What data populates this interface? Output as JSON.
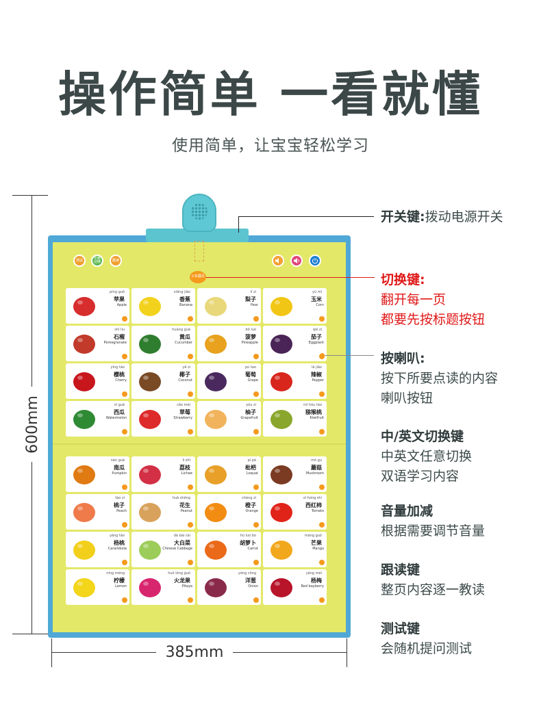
{
  "headline": "操作简单 一看就懂",
  "subline": "使用简单，让宝宝轻松学习",
  "dimensions": {
    "height_label": "600mm",
    "width_label": "385mm"
  },
  "controls": {
    "test": "测试",
    "lang": "中英切换",
    "follow": "跟读",
    "page_switch": "火车翻页"
  },
  "colors": {
    "poster_border": "#4fa8d6",
    "poster_bg": "#e3e868",
    "accent_orange": "#f59a1d",
    "alert_red": "#e01818"
  },
  "cards_top": [
    {
      "py": "píng guǒ",
      "zh": "苹果",
      "en": "Apple",
      "icon": "apple-icon",
      "color": "#d72d2d"
    },
    {
      "py": "xiāng jiāo",
      "zh": "香蕉",
      "en": "Banana",
      "icon": "banana-icon",
      "color": "#f2d21c"
    },
    {
      "py": "lí zi",
      "zh": "梨子",
      "en": "Pear",
      "icon": "pear-icon",
      "color": "#e8d879"
    },
    {
      "py": "yù mǐ",
      "zh": "玉米",
      "en": "Corn",
      "icon": "corn-icon",
      "color": "#f2c614"
    },
    {
      "py": "shí liu",
      "zh": "石榴",
      "en": "Pomegranate",
      "icon": "pomegranate-icon",
      "color": "#c23a2a"
    },
    {
      "py": "huáng guā",
      "zh": "黄瓜",
      "en": "Cucumber",
      "icon": "cucumber-icon",
      "color": "#2f7d2f"
    },
    {
      "py": "bō luó",
      "zh": "菠萝",
      "en": "Pineapple",
      "icon": "pineapple-icon",
      "color": "#e8a21e"
    },
    {
      "py": "qié zi",
      "zh": "茄子",
      "en": "Eggplant",
      "icon": "eggplant-icon",
      "color": "#4a2456"
    },
    {
      "py": "yīng táo",
      "zh": "樱桃",
      "en": "Cherry",
      "icon": "cherry-icon",
      "color": "#c8161d"
    },
    {
      "py": "yē zi",
      "zh": "椰子",
      "en": "Coconut",
      "icon": "coconut-icon",
      "color": "#7a4a25"
    },
    {
      "py": "pú tao",
      "zh": "葡萄",
      "en": "Grape",
      "icon": "grape-icon",
      "color": "#4a2a5e"
    },
    {
      "py": "là jiāo",
      "zh": "辣椒",
      "en": "Pepper",
      "icon": "pepper-icon",
      "color": "#d8261c"
    },
    {
      "py": "xī guā",
      "zh": "西瓜",
      "en": "Watermelon",
      "icon": "watermelon-icon",
      "color": "#2f8a34"
    },
    {
      "py": "cǎo méi",
      "zh": "草莓",
      "en": "Strawberry",
      "icon": "strawberry-icon",
      "color": "#dd2a2a"
    },
    {
      "py": "yòu zi",
      "zh": "柚子",
      "en": "Grapefruit",
      "icon": "grapefruit-icon",
      "color": "#f1b35c"
    },
    {
      "py": "mí hóu táo",
      "zh": "猕猴桃",
      "en": "Kiwifruit",
      "icon": "kiwi-icon",
      "color": "#8aa62c"
    }
  ],
  "cards_bottom": [
    {
      "py": "nán guā",
      "zh": "南瓜",
      "en": "Pumpkin",
      "icon": "pumpkin-icon",
      "color": "#e07a12"
    },
    {
      "py": "lì zhī",
      "zh": "荔枝",
      "en": "Lichee",
      "icon": "lichee-icon",
      "color": "#d33045"
    },
    {
      "py": "pí pá",
      "zh": "枇杷",
      "en": "Loquat",
      "icon": "loquat-icon",
      "color": "#e8a028"
    },
    {
      "py": "mó gu",
      "zh": "蘑菇",
      "en": "Mushroom",
      "icon": "mushroom-icon",
      "color": "#7a3b22"
    },
    {
      "py": "táo zi",
      "zh": "桃子",
      "en": "Peach",
      "icon": "peach-icon",
      "color": "#ef7a4a"
    },
    {
      "py": "huā shēng",
      "zh": "花生",
      "en": "Peanut",
      "icon": "peanut-icon",
      "color": "#d9a25c"
    },
    {
      "py": "chéng zi",
      "zh": "橙子",
      "en": "Orange",
      "icon": "orange-icon",
      "color": "#f28c12"
    },
    {
      "py": "xī hóng shì",
      "zh": "西红柿",
      "en": "Tomato",
      "icon": "tomato-icon",
      "color": "#e0241a"
    },
    {
      "py": "yáng táo",
      "zh": "杨桃",
      "en": "Carambola",
      "icon": "carambola-icon",
      "color": "#f2cf1a"
    },
    {
      "py": "dà bái cài",
      "zh": "大白菜",
      "en": "Chinese Cabbage",
      "icon": "cabbage-icon",
      "color": "#9ccc5a"
    },
    {
      "py": "hú luó bo",
      "zh": "胡萝卜",
      "en": "Carrot",
      "icon": "carrot-icon",
      "color": "#ea6a1a"
    },
    {
      "py": "máng guǒ",
      "zh": "芒果",
      "en": "Mango",
      "icon": "mango-icon",
      "color": "#f2a81c"
    },
    {
      "py": "níng méng",
      "zh": "柠檬",
      "en": "Lemon",
      "icon": "lemon-icon",
      "color": "#f3d51a"
    },
    {
      "py": "huǒ lóng guǒ",
      "zh": "火龙果",
      "en": "Pitaya",
      "icon": "pitaya-icon",
      "color": "#d8266e"
    },
    {
      "py": "yáng cōng",
      "zh": "洋葱",
      "en": "Onion",
      "icon": "onion-icon",
      "color": "#8a2a4a"
    },
    {
      "py": "yáng méi",
      "zh": "杨梅",
      "en": "Red bayberry",
      "icon": "bayberry-icon",
      "color": "#b8142a"
    }
  ],
  "annotations": {
    "power": {
      "title": "开关键:",
      "desc": "拨动电源开关"
    },
    "switch": {
      "title": "切换键:",
      "line1": "翻开每一页",
      "line2": "都要先按标题按钮"
    },
    "horn": {
      "title": "按喇叭:",
      "line1": "按下所要点读的内容",
      "line2": "喇叭按钮"
    },
    "lang": {
      "title": "中/英文切换键",
      "line1": "中英文任意切换",
      "line2": "双语学习内容"
    },
    "volume": {
      "title": "音量加减",
      "line1": "根据需要调节音量"
    },
    "follow": {
      "title": "跟读键",
      "line1": "整页内容逐一教读"
    },
    "test": {
      "title": "测试键",
      "line1": "会随机提问测试"
    }
  }
}
